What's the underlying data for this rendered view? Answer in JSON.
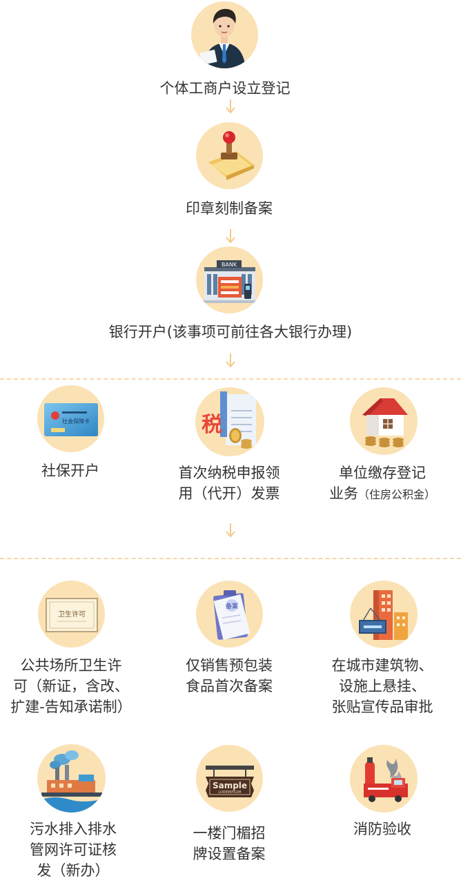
{
  "steps": [
    {
      "label": "个体工商户设立登记",
      "icon": "businessman-icon"
    },
    {
      "label": "印章刻制备案",
      "icon": "stamp-icon"
    },
    {
      "label": "银行开户(该事项可前往各大银行办理)",
      "icon": "bank-icon",
      "bank_sign": "BANK"
    }
  ],
  "group1": [
    {
      "lines": [
        "社保开户"
      ],
      "icon": "social-security-card-icon",
      "card_text": "社会保障卡"
    },
    {
      "lines": [
        "首次纳税申报领",
        "用（代开）发票"
      ],
      "icon": "tax-icon",
      "glyph": "税"
    },
    {
      "lines": [
        "单位缴存登记",
        "业务"
      ],
      "note": "（住房公积金）",
      "icon": "housing-fund-icon"
    }
  ],
  "group2": [
    {
      "lines": [
        "公共场所卫生许",
        "可（新证，含改、",
        "扩建-告知承诺制）"
      ],
      "icon": "health-permit-icon",
      "cert_text": "卫生许可"
    },
    {
      "lines": [
        "仅销售预包装",
        "食品首次备案"
      ],
      "icon": "filing-clipboard-icon",
      "clip_text": "备案"
    },
    {
      "lines": [
        "在城市建筑物、",
        "设施上悬挂、",
        "张贴宣传品审批"
      ],
      "icon": "building-sign-icon"
    },
    {
      "lines": [
        "污水排入排水",
        "管网许可证核",
        "发（新办）"
      ],
      "icon": "sewage-icon"
    },
    {
      "lines": [
        "一楼门楣招",
        "牌设置备案"
      ],
      "icon": "signboard-icon",
      "sign_main": "Sample",
      "sign_sub": "LOREMIPSUM"
    },
    {
      "lines": [
        "消防验收"
      ],
      "icon": "fire-truck-icon"
    }
  ],
  "colors": {
    "circle": "#fbe2b4",
    "dash": "#f6d8a8",
    "arrow": "#f5c98a",
    "text": "#333333"
  }
}
